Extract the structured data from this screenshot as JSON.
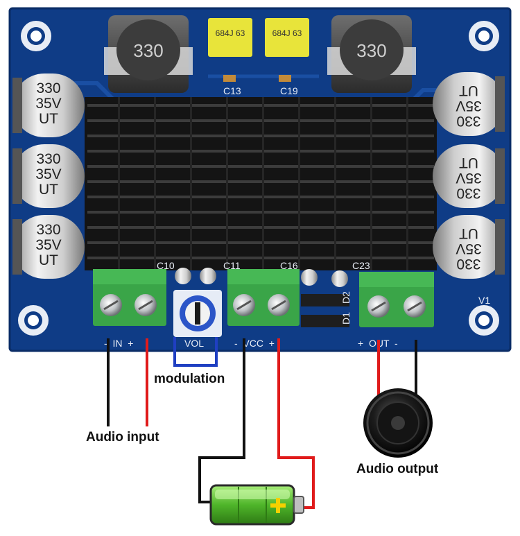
{
  "labels": {
    "audio_input": "Audio input",
    "modulation": "modulation",
    "audio_output": "Audio output"
  },
  "board": {
    "silkscreen": {
      "in": "-  IN  +",
      "vol": "VOL",
      "vcc": "-  VCC  +",
      "out": "+  OUT  -",
      "v1": "V1",
      "c10": "C10",
      "c11": "C11",
      "c16": "C16",
      "c23": "C23",
      "c13": "C13",
      "c19": "C19",
      "d2": "D2",
      "d1": "D1"
    },
    "capacitor_text": [
      "330",
      "35V",
      "UT"
    ],
    "inductor_text": "330",
    "film_cap_text": "684J 63"
  },
  "wires": {
    "negative_color": "#111111",
    "positive_color": "#e01b1b",
    "modulation_box_color": "#1f3fc2"
  },
  "colors": {
    "pcb": "#0f3c86",
    "terminal": "#3aa548",
    "heatsink": "#141414",
    "battery": "#56c12f"
  },
  "icons": [
    "battery-icon",
    "speaker-icon",
    "potentiometer-icon"
  ]
}
